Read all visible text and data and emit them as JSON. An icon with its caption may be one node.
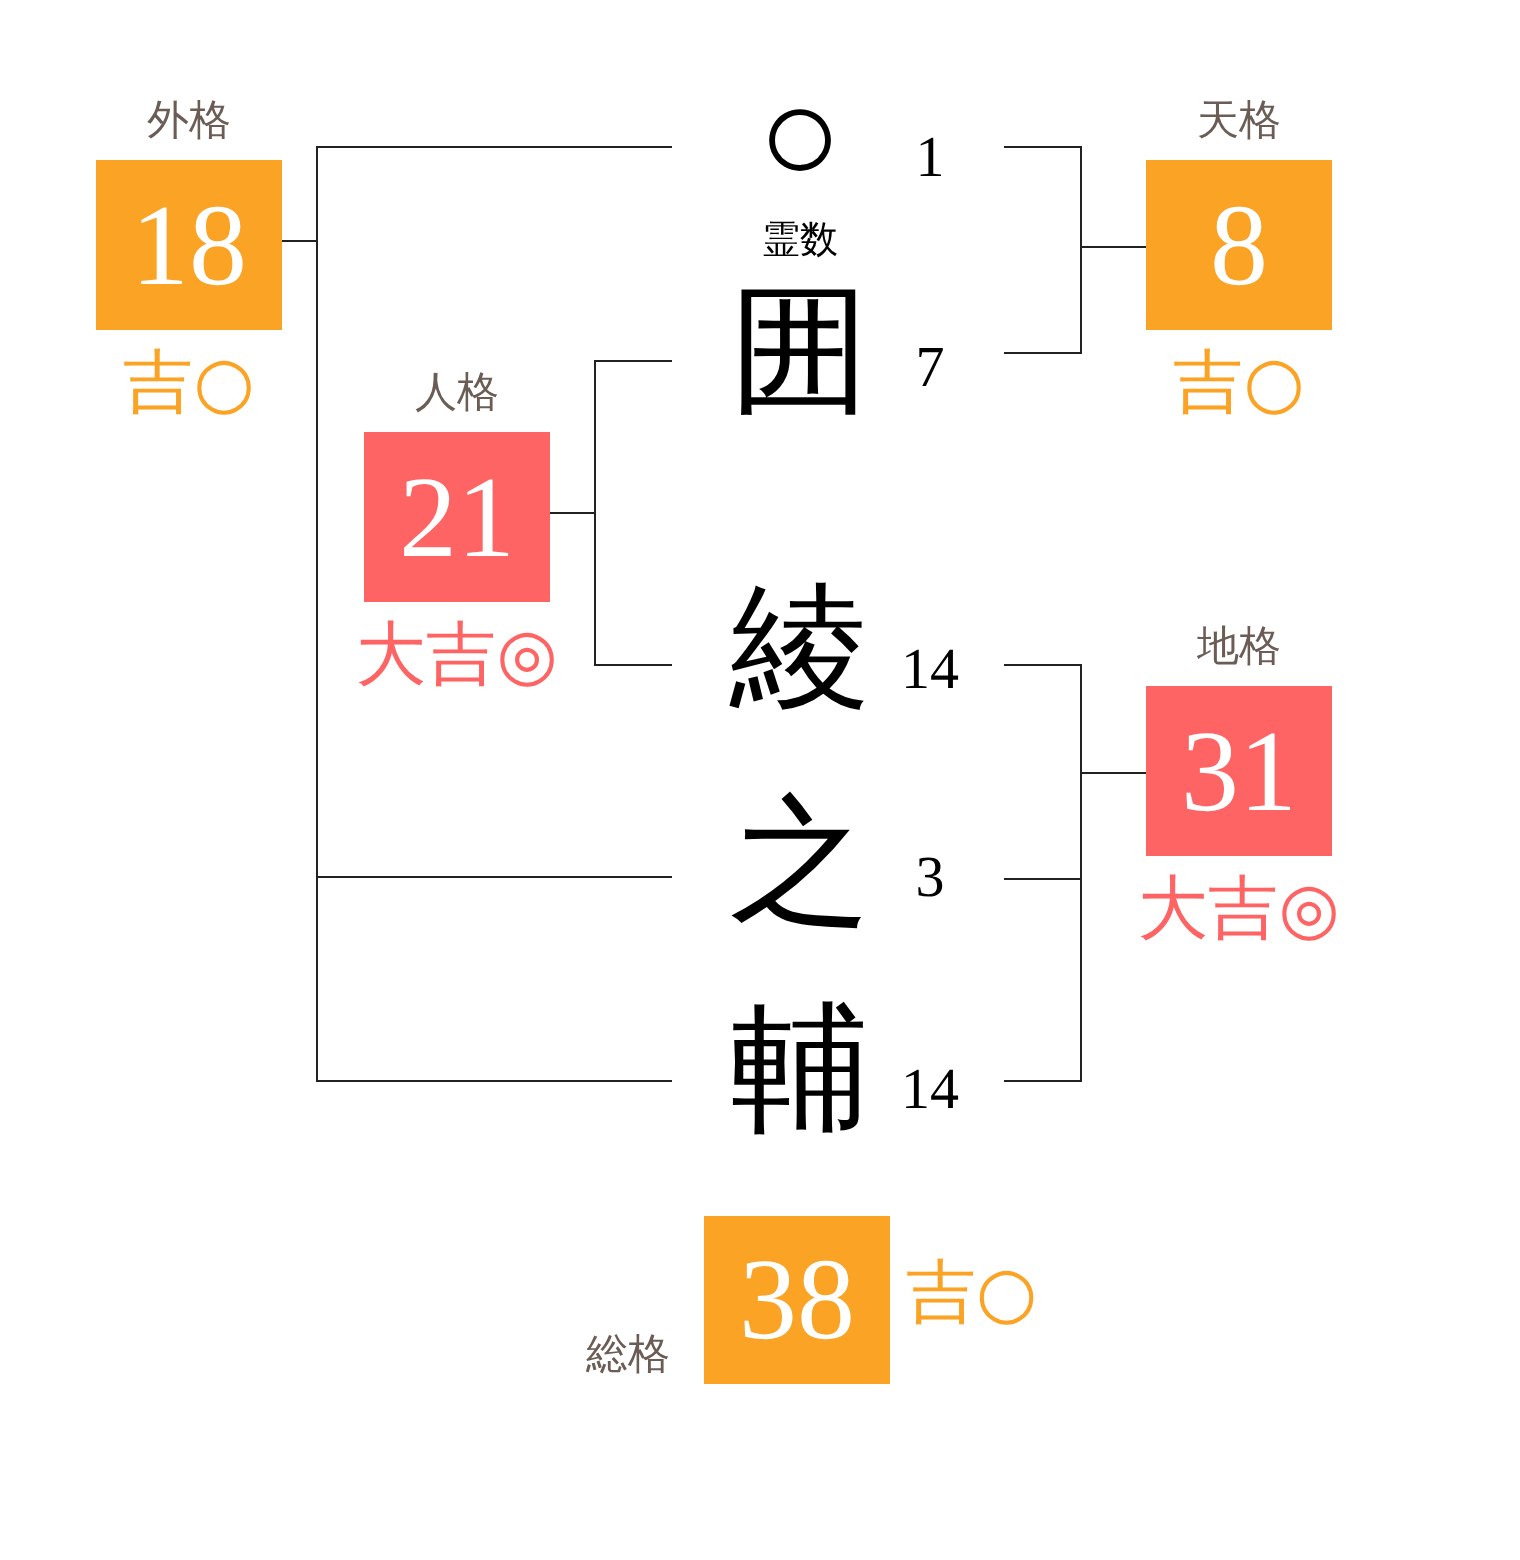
{
  "diagram": {
    "nodes": [
      {
        "text": [
          "外格",
          "18"
        ],
        "beside": [
          "吉○"
        ]
      },
      {
        "text": [
          "○"
        ],
        "beside": [
          "1",
          "霊数"
        ]
      },
      {
        "text": [
          "天格",
          "8"
        ],
        "beside": [
          "吉○"
        ]
      },
      {
        "text": [
          "囲"
        ],
        "beside": [
          "7"
        ]
      },
      {
        "text": [
          "人格",
          "21"
        ],
        "beside": [
          "大吉◎"
        ]
      },
      {
        "text": [
          "綾"
        ],
        "beside": [
          "14"
        ]
      },
      {
        "text": [
          "地格",
          "31"
        ],
        "beside": [
          "大吉◎"
        ]
      },
      {
        "text": [
          "之"
        ],
        "beside": [
          "3"
        ]
      },
      {
        "text": [
          "輔"
        ],
        "beside": [
          "14"
        ]
      },
      {
        "text": [
          "総格",
          "38"
        ],
        "beside": [
          "吉○"
        ]
      }
    ],
    "edges": [
      {
        "from": 1,
        "to": 0,
        "arrow": "none"
      },
      {
        "from": 7,
        "to": 0,
        "arrow": "none"
      },
      {
        "from": 8,
        "to": 0,
        "arrow": "none"
      },
      {
        "from": 1,
        "to": 2,
        "arrow": "none"
      },
      {
        "from": 3,
        "to": 2,
        "arrow": "none"
      },
      {
        "from": 3,
        "to": 4,
        "arrow": "none"
      },
      {
        "from": 5,
        "to": 4,
        "arrow": "none"
      },
      {
        "from": 5,
        "to": 6,
        "arrow": "none"
      },
      {
        "from": 7,
        "to": 6,
        "arrow": "none"
      },
      {
        "from": 8,
        "to": 6,
        "arrow": "none"
      }
    ]
  }
}
